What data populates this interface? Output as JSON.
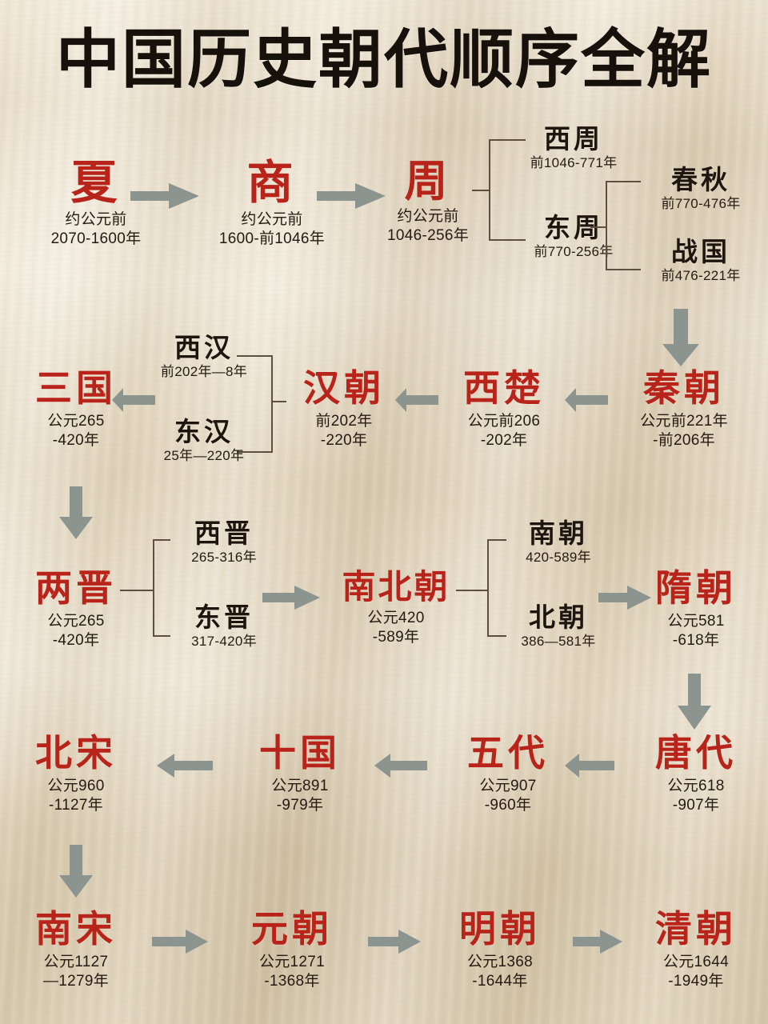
{
  "poster": {
    "title": "中国历史朝代顺序全解",
    "colors": {
      "paper": "#e8dcc4",
      "dynasty_red": "#b8241a",
      "text_black": "#241a11",
      "arrow_grey": "#8c9490",
      "bracket_brown": "#5e5040"
    }
  },
  "chart_data": {
    "type": "diagram",
    "title": "中国历史朝代顺序全解",
    "rows": [
      {
        "row": 1,
        "direction": "left-to-right",
        "nodes": [
          "夏",
          "商",
          "周"
        ]
      },
      {
        "row": 2,
        "direction": "right-to-left",
        "nodes": [
          "秦朝",
          "西楚",
          "汉朝",
          "三国"
        ]
      },
      {
        "row": 3,
        "direction": "left-to-right",
        "nodes": [
          "两晋",
          "南北朝",
          "隋朝"
        ]
      },
      {
        "row": 4,
        "direction": "right-to-left",
        "nodes": [
          "唐代",
          "五代",
          "十国",
          "北宋"
        ]
      },
      {
        "row": 5,
        "direction": "left-to-right",
        "nodes": [
          "南宋",
          "元朝",
          "明朝",
          "清朝"
        ]
      }
    ],
    "branches": [
      {
        "parent": "周",
        "children": [
          "西周",
          "东周"
        ]
      },
      {
        "parent": "东周",
        "children": [
          "春秋",
          "战国"
        ]
      },
      {
        "parent": "汉朝",
        "children": [
          "西汉",
          "东汉"
        ]
      },
      {
        "parent": "两晋",
        "children": [
          "西晋",
          "东晋"
        ]
      },
      {
        "parent": "南北朝",
        "children": [
          "南朝",
          "北朝"
        ]
      }
    ],
    "vertical_links": [
      {
        "from": "战国",
        "to": "秦朝"
      },
      {
        "from": "三国",
        "to": "两晋"
      },
      {
        "from": "隋朝",
        "to": "唐代"
      },
      {
        "from": "北宋",
        "to": "南宋"
      }
    ]
  },
  "nodes": {
    "xia": {
      "name": "夏",
      "dates": "约公元前\n2070-1600年"
    },
    "shang": {
      "name": "商",
      "dates": "约公元前\n1600-前1046年"
    },
    "zhou": {
      "name": "周",
      "dates": "约公元前\n1046-256年"
    },
    "xizhou": {
      "name": "西周",
      "dates": "前1046-771年"
    },
    "dongzhou": {
      "name": "东周",
      "dates": "前770-256年"
    },
    "chunqiu": {
      "name": "春秋",
      "dates": "前770-476年"
    },
    "zhanguo": {
      "name": "战国",
      "dates": "前476-221年"
    },
    "qin": {
      "name": "秦朝",
      "dates": "公元前221年\n-前206年"
    },
    "xichu": {
      "name": "西楚",
      "dates": "公元前206\n-202年"
    },
    "han": {
      "name": "汉朝",
      "dates": "前202年\n-220年"
    },
    "xihan": {
      "name": "西汉",
      "dates": "前202年—8年"
    },
    "donghan": {
      "name": "东汉",
      "dates": "25年—220年"
    },
    "sanguo": {
      "name": "三国",
      "dates": "公元265\n-420年"
    },
    "liangjin": {
      "name": "两晋",
      "dates": "公元265\n-420年"
    },
    "xijin": {
      "name": "西晋",
      "dates": "265-316年"
    },
    "dongjin": {
      "name": "东晋",
      "dates": "317-420年"
    },
    "nanbeichao": {
      "name": "南北朝",
      "dates": "公元420\n-589年"
    },
    "nanchao": {
      "name": "南朝",
      "dates": "420-589年"
    },
    "beichao": {
      "name": "北朝",
      "dates": "386—581年"
    },
    "sui": {
      "name": "隋朝",
      "dates": "公元581\n-618年"
    },
    "tang": {
      "name": "唐代",
      "dates": "公元618\n-907年"
    },
    "wudai": {
      "name": "五代",
      "dates": "公元907\n-960年"
    },
    "shiguo": {
      "name": "十国",
      "dates": "公元891\n-979年"
    },
    "beisong": {
      "name": "北宋",
      "dates": "公元960\n-1127年"
    },
    "nansong": {
      "name": "南宋",
      "dates": "公元1127\n—1279年"
    },
    "yuan": {
      "name": "元朝",
      "dates": "公元1271\n-1368年"
    },
    "ming": {
      "name": "明朝",
      "dates": "公元1368\n-1644年"
    },
    "qing": {
      "name": "清朝",
      "dates": "公元1644\n-1949年"
    }
  }
}
